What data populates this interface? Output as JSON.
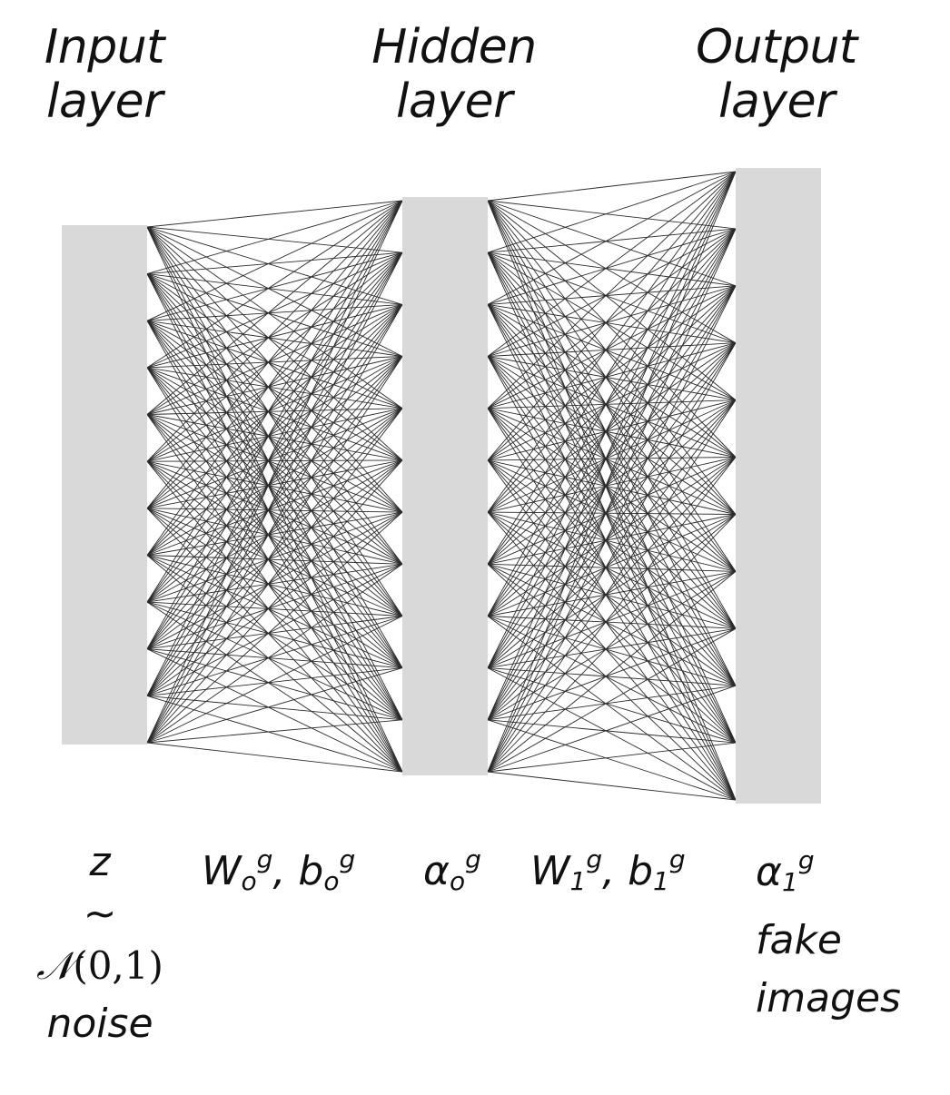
{
  "headers": {
    "input_line1": "Input",
    "input_line2": "layer",
    "hidden_line1": "Hidden",
    "hidden_line2": "layer",
    "output_line1": "Output",
    "output_line2": "layer"
  },
  "labels": {
    "z": "z",
    "tilde": "~",
    "normal_symbol": "𝒩",
    "normal_args": "(0,1)",
    "noise": "noise",
    "w0": "W",
    "w0_sub": "o",
    "w0_sup": "g",
    "b0": "b",
    "b0_sub": "o",
    "b0_sup": "g",
    "a0": "α",
    "a0_sub": "o",
    "a0_sup": "g",
    "w1": "W",
    "w1_sub": "1",
    "w1_sup": "g",
    "b1": "b",
    "b1_sub": "1",
    "b1_sup": "g",
    "a1": "α",
    "a1_sub": "1",
    "a1_sup": "g",
    "fake": "fake",
    "images": "images"
  },
  "colors": {
    "layer_fill": "#d9d9d9",
    "edge": "#2b2b2b"
  }
}
